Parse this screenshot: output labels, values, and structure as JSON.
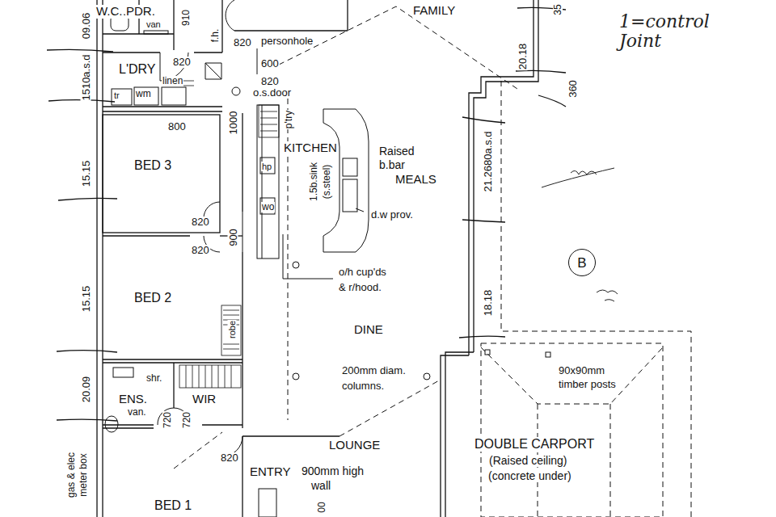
{
  "diagram": {
    "nodes": [
      {
        "text": [
          "B"
        ]
      }
    ],
    "labels": [
      "W.C.",
      "PDR.",
      "van",
      "910",
      "f.h.",
      "820",
      "FAMILY",
      "35",
      "20.18",
      "360",
      "1=control Joint",
      "personhole",
      "600",
      "820",
      "o.s.door",
      "L'DRY",
      "linen",
      "tr",
      "wm",
      "820",
      "800",
      "1000",
      "p'try",
      "BED 3",
      "KITCHEN",
      "Raised",
      "b.bar",
      "MEALS",
      "hp",
      "1.5b.sink",
      "(s.steel)",
      "wo",
      "d.w prov.",
      "21.2680a.s.d",
      "15.15",
      "820",
      "820",
      "900",
      "BED 2",
      "o/h cup'ds",
      "& r/hood.",
      "18.18",
      "15.15",
      "robe",
      "DINE",
      "200mm diam.",
      "columns.",
      "90x90mm",
      "timber posts",
      "20.09",
      "shr.",
      "ENS.",
      "WIR",
      "van.",
      "720",
      "720",
      "820",
      "LOUNGE",
      "DOUBLE CARPORT",
      "(Raised ceiling)",
      "(concrete under)",
      "ENTRY",
      "900mm high",
      "wall",
      "BED 1",
      "gas & elec",
      "meter box",
      "09.06",
      "1510a.s.d",
      "00"
    ]
  }
}
